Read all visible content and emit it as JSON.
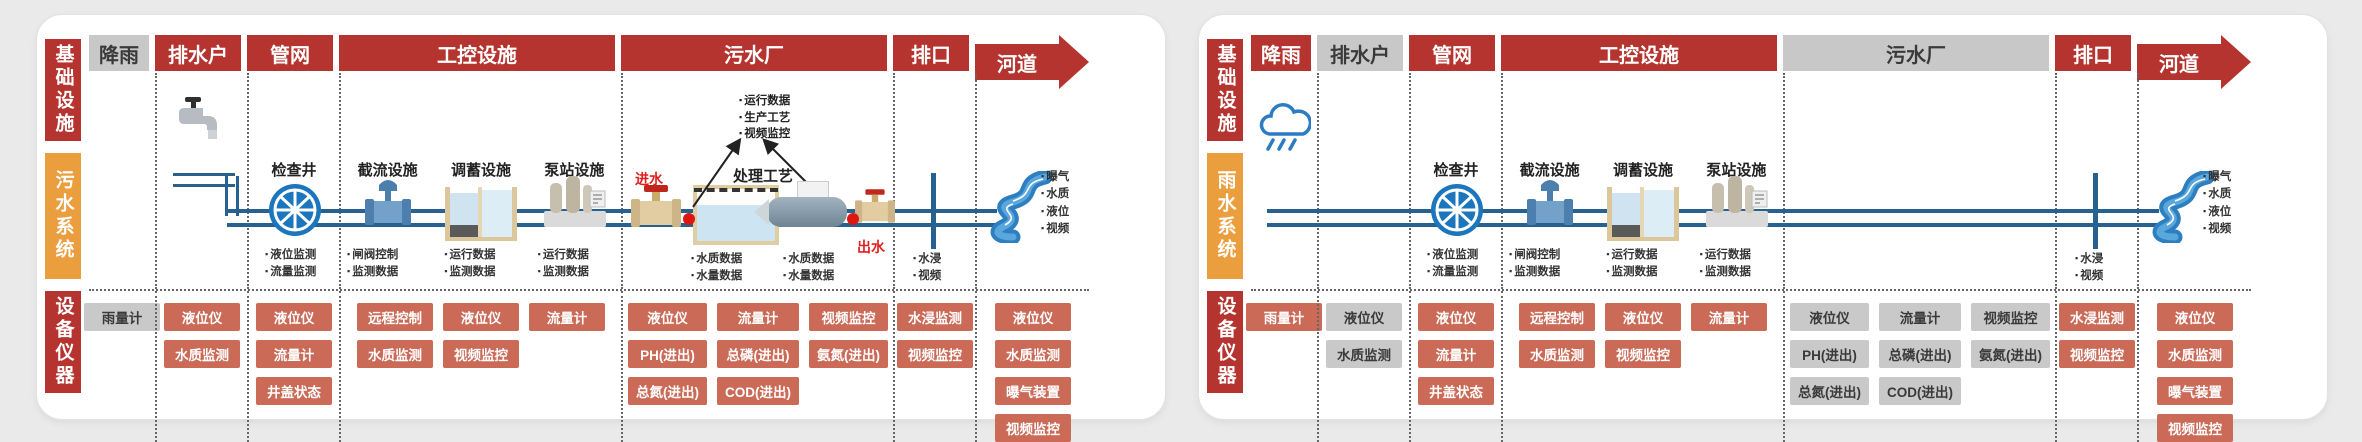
{
  "colors": {
    "header_red": "#b5342f",
    "header_gray": "#c8c8c8",
    "rail_orange": "#ea9e3e",
    "chip_red": "#ca6a57",
    "chip_gray": "#c9c9c9",
    "pipe_blue": "#26618f",
    "accent_red": "#e01f1f"
  },
  "panels": [
    {
      "rail": {
        "top": "基础设施",
        "middle": "污水系统",
        "bottom": "设备仪器"
      },
      "headers": [
        {
          "label": "降雨",
          "style": "gray"
        },
        {
          "label": "排水户",
          "style": "red"
        },
        {
          "label": "管网",
          "style": "red"
        },
        {
          "label": "工控设施",
          "style": "red"
        },
        {
          "label": "污水厂",
          "style": "red"
        },
        {
          "label": "排口",
          "style": "red"
        },
        {
          "label": "河道",
          "style": "red",
          "arrow": true
        }
      ],
      "diagram": {
        "source_icon": "faucet",
        "network": {
          "label": "检查井",
          "bullets": [
            "液位监测",
            "流量监测"
          ]
        },
        "control": [
          {
            "label": "截流设施",
            "bullets": [
              "闸阀控制",
              "监测数据"
            ]
          },
          {
            "label": "调蓄设施",
            "bullets": [
              "运行数据",
              "监测数据"
            ]
          },
          {
            "label": "泵站设施",
            "bullets": [
              "运行数据",
              "监测数据"
            ]
          }
        ],
        "plant": {
          "inlet_label": "进水",
          "outlet_label": "出水",
          "annotation": [
            "运行数据",
            "生产工艺",
            "视频监控"
          ],
          "process_label": "处理工艺",
          "inlet_bullets": [
            "水质数据",
            "水量数据"
          ],
          "outlet_bullets": [
            "水质数据",
            "水量数据"
          ]
        },
        "outfall_bullets": [
          "水浸",
          "视频"
        ],
        "river_bullets": [
          "曝气",
          "水质",
          "液位",
          "视频"
        ]
      },
      "equipment": {
        "rain": [
          {
            "label": "雨量计",
            "style": "gray"
          }
        ],
        "drain": [
          {
            "label": "液位仪",
            "style": "red"
          },
          {
            "label": "水质监测",
            "style": "red"
          }
        ],
        "network": [
          {
            "label": "液位仪",
            "style": "red"
          },
          {
            "label": "流量计",
            "style": "red"
          },
          {
            "label": "井盖状态",
            "style": "red"
          }
        ],
        "control": [
          {
            "label": "远程控制",
            "style": "red"
          },
          {
            "label": "液位仪",
            "style": "red"
          },
          {
            "label": "流量计",
            "style": "red"
          },
          {
            "label": "水质监测",
            "style": "red"
          },
          {
            "label": "视频监控",
            "style": "red"
          }
        ],
        "plant": [
          {
            "label": "液位仪",
            "style": "red"
          },
          {
            "label": "流量计",
            "style": "red"
          },
          {
            "label": "视频监控",
            "style": "red"
          },
          {
            "label": "PH(进出)",
            "style": "red"
          },
          {
            "label": "总磷(进出)",
            "style": "red"
          },
          {
            "label": "氨氮(进出)",
            "style": "red"
          },
          {
            "label": "总氮(进出)",
            "style": "red"
          },
          {
            "label": "COD(进出)",
            "style": "red"
          }
        ],
        "outfall": [
          {
            "label": "水浸监测",
            "style": "red"
          },
          {
            "label": "视频监控",
            "style": "red"
          }
        ],
        "river": [
          {
            "label": "液位仪",
            "style": "red"
          },
          {
            "label": "水质监测",
            "style": "red"
          },
          {
            "label": "曝气装置",
            "style": "red"
          },
          {
            "label": "视频监控",
            "style": "red"
          }
        ]
      }
    },
    {
      "rail": {
        "top": "基础设施",
        "middle": "雨水系统",
        "bottom": "设备仪器"
      },
      "headers": [
        {
          "label": "降雨",
          "style": "red"
        },
        {
          "label": "排水户",
          "style": "gray"
        },
        {
          "label": "管网",
          "style": "red"
        },
        {
          "label": "工控设施",
          "style": "red"
        },
        {
          "label": "污水厂",
          "style": "gray"
        },
        {
          "label": "排口",
          "style": "red"
        },
        {
          "label": "河道",
          "style": "red",
          "arrow": true
        }
      ],
      "diagram": {
        "source_icon": "rain-cloud",
        "network": {
          "label": "检查井",
          "bullets": [
            "液位监测",
            "流量监测"
          ]
        },
        "control": [
          {
            "label": "截流设施",
            "bullets": [
              "闸阀控制",
              "监测数据"
            ]
          },
          {
            "label": "调蓄设施",
            "bullets": [
              "运行数据",
              "监测数据"
            ]
          },
          {
            "label": "泵站设施",
            "bullets": [
              "运行数据",
              "监测数据"
            ]
          }
        ],
        "outfall_bullets": [
          "水浸",
          "视频"
        ],
        "river_bullets": [
          "曝气",
          "水质",
          "液位",
          "视频"
        ]
      },
      "equipment": {
        "rain": [
          {
            "label": "雨量计",
            "style": "red"
          }
        ],
        "drain": [
          {
            "label": "液位仪",
            "style": "gray"
          },
          {
            "label": "水质监测",
            "style": "gray"
          }
        ],
        "network": [
          {
            "label": "液位仪",
            "style": "red"
          },
          {
            "label": "流量计",
            "style": "red"
          },
          {
            "label": "井盖状态",
            "style": "red"
          }
        ],
        "control": [
          {
            "label": "远程控制",
            "style": "red"
          },
          {
            "label": "液位仪",
            "style": "red"
          },
          {
            "label": "流量计",
            "style": "red"
          },
          {
            "label": "水质监测",
            "style": "red"
          },
          {
            "label": "视频监控",
            "style": "red"
          }
        ],
        "plant": [
          {
            "label": "液位仪",
            "style": "gray"
          },
          {
            "label": "流量计",
            "style": "gray"
          },
          {
            "label": "视频监控",
            "style": "gray"
          },
          {
            "label": "PH(进出)",
            "style": "gray"
          },
          {
            "label": "总磷(进出)",
            "style": "gray"
          },
          {
            "label": "氨氮(进出)",
            "style": "gray"
          },
          {
            "label": "总氮(进出)",
            "style": "gray"
          },
          {
            "label": "COD(进出)",
            "style": "gray"
          }
        ],
        "outfall": [
          {
            "label": "水浸监测",
            "style": "red"
          },
          {
            "label": "视频监控",
            "style": "red"
          }
        ],
        "river": [
          {
            "label": "液位仪",
            "style": "red"
          },
          {
            "label": "水质监测",
            "style": "red"
          },
          {
            "label": "曝气装置",
            "style": "red"
          },
          {
            "label": "视频监控",
            "style": "red"
          }
        ]
      }
    }
  ]
}
